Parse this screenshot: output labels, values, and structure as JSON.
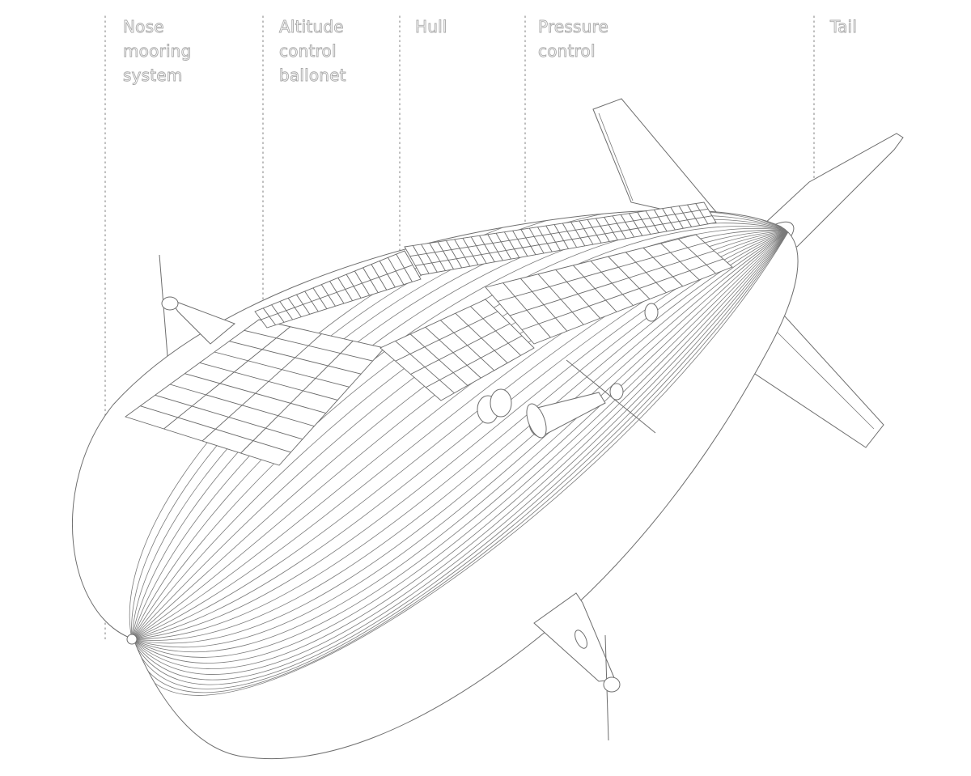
{
  "labels": {
    "nose": "Nose\nmooring\nsystem",
    "ballonet": "Altitude\ncontrol\nballonet",
    "hull": "Hull",
    "pressure": "Pressure\ncontrol",
    "tail": "Tail"
  },
  "colors": {
    "background": "#ffffff",
    "line": "#6e6e6e",
    "label_outline": "#a9a9a9",
    "leader": "#9a9a9a"
  }
}
